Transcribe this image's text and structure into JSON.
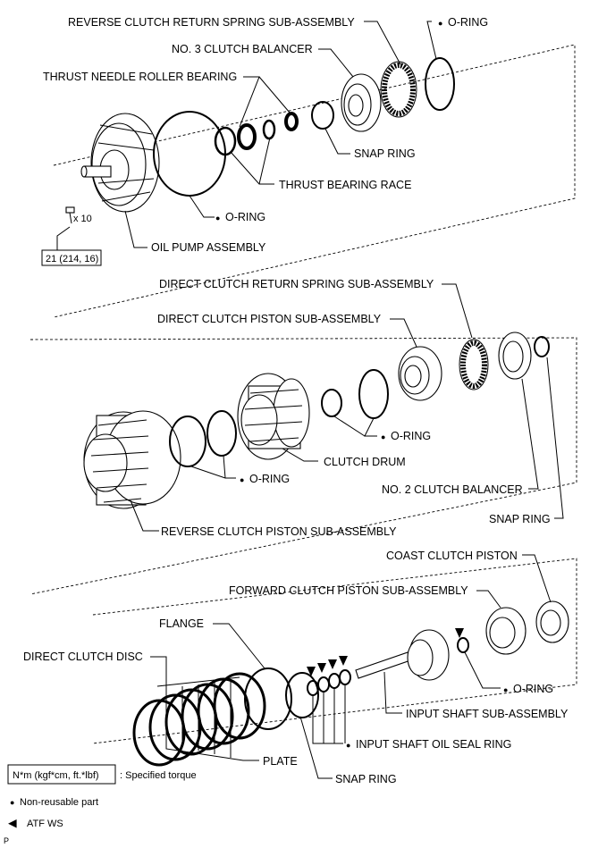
{
  "labels": {
    "reverse_clutch_return_spring": "REVERSE CLUTCH RETURN SPRING SUB-ASSEMBLY",
    "o_ring": "O-RING",
    "no3_clutch_balancer": "NO. 3 CLUTCH BALANCER",
    "thrust_needle_roller_bearing": "THRUST NEEDLE ROLLER BEARING",
    "snap_ring": "SNAP RING",
    "thrust_bearing_race": "THRUST BEARING RACE",
    "bolt_qty": "x 10",
    "torque_value": "21 (214, 16)",
    "oil_pump_assembly": "OIL PUMP ASSEMBLY",
    "direct_clutch_return_spring": "DIRECT CLUTCH RETURN SPRING SUB-ASSEMBLY",
    "direct_clutch_piston": "DIRECT CLUTCH PISTON SUB-ASSEMBLY",
    "clutch_drum": "CLUTCH DRUM",
    "no2_clutch_balancer": "NO. 2 CLUTCH BALANCER",
    "reverse_clutch_piston": "REVERSE CLUTCH PISTON SUB-ASSEMBLY",
    "coast_clutch_piston": "COAST CLUTCH PISTON",
    "forward_clutch_piston": "FORWARD CLUTCH PISTON SUB-ASSEMBLY",
    "flange": "FLANGE",
    "direct_clutch_disc": "DIRECT CLUTCH DISC",
    "input_shaft": "INPUT SHAFT SUB-ASSEMBLY",
    "input_shaft_oil_seal_ring": "INPUT SHAFT OIL SEAL RING",
    "plate": "PLATE"
  },
  "legend": {
    "torque_box": "N*m (kgf*cm, ft.*lbf)",
    "torque_desc": ": Specified torque",
    "non_reusable": "Non-reusable part",
    "atf": "ATF WS"
  },
  "symbols": {
    "bullet": "●",
    "arrow": "◀"
  },
  "figure_code": "P"
}
